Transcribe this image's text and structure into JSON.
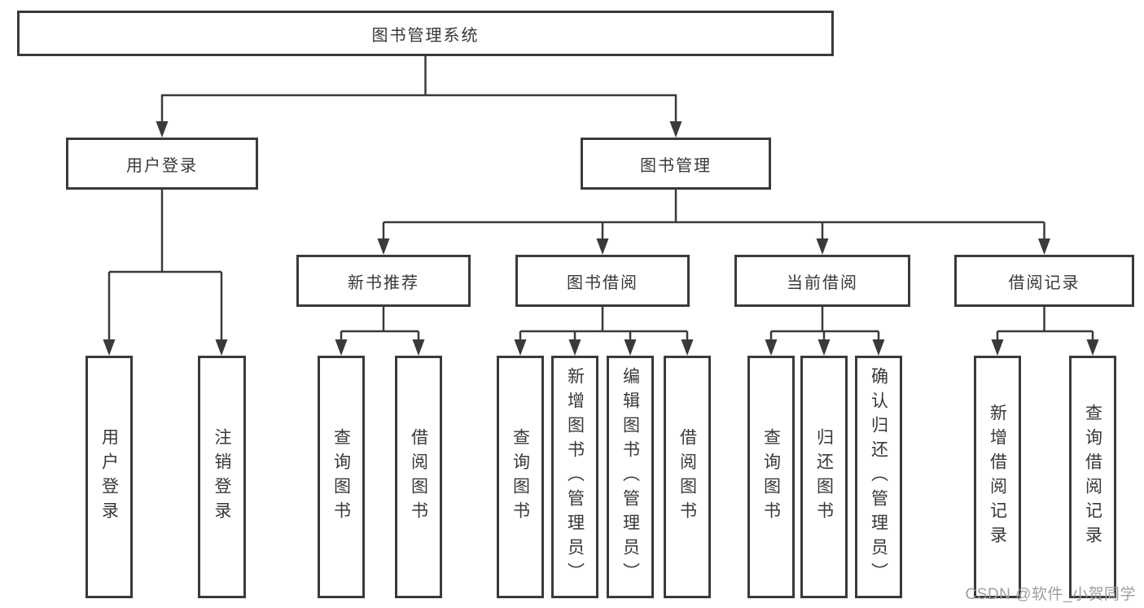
{
  "title": "图书管理系统",
  "tree": {
    "root": {
      "label": "图书管理系统"
    },
    "branches": [
      {
        "label": "用户登录",
        "children": [
          {
            "label": "用户登录"
          },
          {
            "label": "注销登录"
          }
        ]
      },
      {
        "label": "图书管理",
        "children": [
          {
            "label": "新书推荐",
            "children": [
              {
                "label": "查询图书"
              },
              {
                "label": "借阅图书"
              }
            ]
          },
          {
            "label": "图书借阅",
            "children": [
              {
                "label": "查询图书"
              },
              {
                "label": "新增图书（管理员）"
              },
              {
                "label": "编辑图书（管理员）"
              },
              {
                "label": "借阅图书"
              }
            ]
          },
          {
            "label": "当前借阅",
            "children": [
              {
                "label": "查询图书"
              },
              {
                "label": "归还图书"
              },
              {
                "label": "确认归还（管理员）"
              }
            ]
          },
          {
            "label": "借阅记录",
            "children": [
              {
                "label": "新增借阅记录"
              },
              {
                "label": "查询借阅记录"
              }
            ]
          }
        ]
      }
    ]
  },
  "watermark": {
    "text": "CSDN @软件_小贺同学"
  },
  "colors": {
    "line": "#3a3a3a",
    "box_border": "#3a3a3a",
    "text": "#383838",
    "watermark": "#9e9e9e",
    "background": "#ffffff"
  }
}
